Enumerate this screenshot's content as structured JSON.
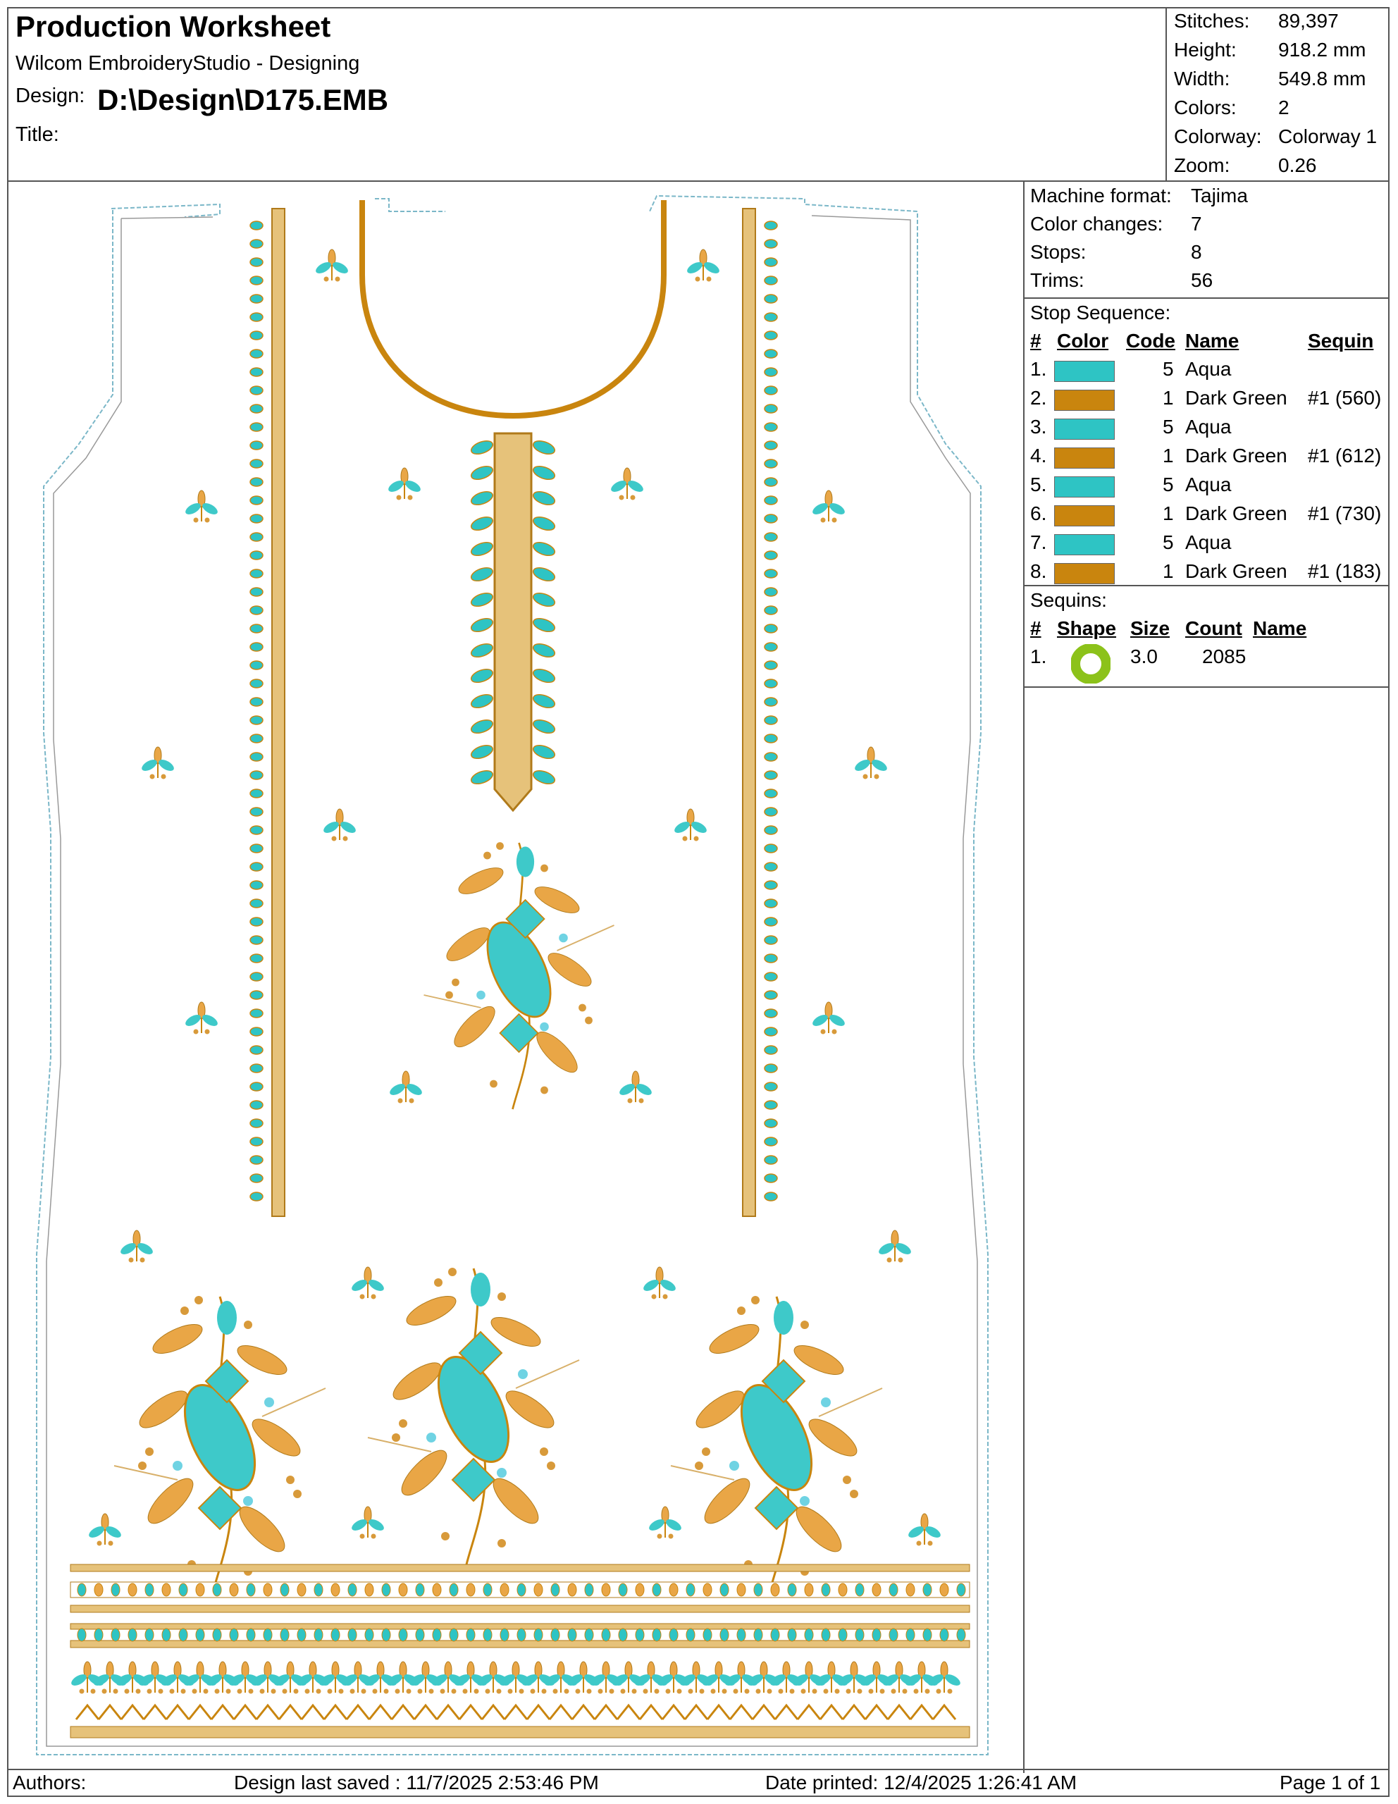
{
  "header": {
    "title": "Production Worksheet",
    "software": "Wilcom EmbroideryStudio - Designing",
    "design_label": "Design:",
    "design_value": "D:\\Design\\D175.EMB",
    "title_label": "Title:",
    "title_value": ""
  },
  "stats": [
    {
      "label": "Stitches:",
      "value": "89,397"
    },
    {
      "label": "Height:",
      "value": "918.2 mm"
    },
    {
      "label": "Width:",
      "value": "549.8 mm"
    },
    {
      "label": "Colors:",
      "value": "2"
    },
    {
      "label": "Colorway:",
      "value": "Colorway 1"
    },
    {
      "label": "Zoom:",
      "value": "0.26"
    }
  ],
  "machine": [
    {
      "label": "Machine format:",
      "value": "Tajima"
    },
    {
      "label": "Color changes:",
      "value": "7"
    },
    {
      "label": "Stops:",
      "value": "8"
    },
    {
      "label": "Trims:",
      "value": "56"
    }
  ],
  "stop_sequence": {
    "heading": "Stop Sequence:",
    "columns": [
      "#",
      "Color",
      "Code",
      "Name",
      "Sequin"
    ],
    "rows": [
      {
        "num": "1.",
        "color": "#2ec4c4",
        "code": "5",
        "name": "Aqua",
        "sequin": ""
      },
      {
        "num": "2.",
        "color": "#c9850e",
        "code": "1",
        "name": "Dark Green",
        "sequin": "#1 (560)"
      },
      {
        "num": "3.",
        "color": "#2ec4c4",
        "code": "5",
        "name": "Aqua",
        "sequin": ""
      },
      {
        "num": "4.",
        "color": "#c9850e",
        "code": "1",
        "name": "Dark Green",
        "sequin": "#1 (612)"
      },
      {
        "num": "5.",
        "color": "#2ec4c4",
        "code": "5",
        "name": "Aqua",
        "sequin": ""
      },
      {
        "num": "6.",
        "color": "#c9850e",
        "code": "1",
        "name": "Dark Green",
        "sequin": "#1 (730)"
      },
      {
        "num": "7.",
        "color": "#2ec4c4",
        "code": "5",
        "name": "Aqua",
        "sequin": ""
      },
      {
        "num": "8.",
        "color": "#c9850e",
        "code": "1",
        "name": "Dark Green",
        "sequin": "#1 (183)"
      }
    ]
  },
  "sequins": {
    "heading": "Sequins:",
    "columns": [
      "#",
      "Shape",
      "Size",
      "Count",
      "Name"
    ],
    "rows": [
      {
        "num": "1.",
        "shape": "ring-icon",
        "size": "3.0",
        "count": "2085",
        "name": ""
      }
    ]
  },
  "footer": {
    "authors": "Authors:",
    "saved": "Design last saved : 11/7/2025 2:53:46 PM",
    "printed": "Date printed: 12/4/2025 1:26:41 AM",
    "page": "Page 1 of 1"
  },
  "colors": {
    "aqua": "#2ec4c4",
    "gold": "#c9850e",
    "sequin_ring": "#8cc21a"
  }
}
